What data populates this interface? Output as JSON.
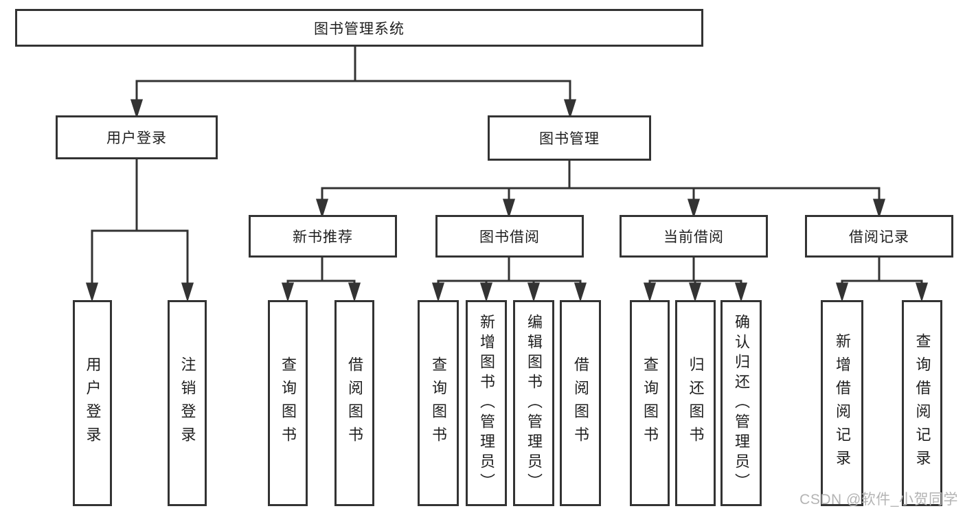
{
  "diagram": {
    "root": {
      "label": "图书管理系统"
    },
    "level2": [
      {
        "label": "用户登录"
      },
      {
        "label": "图书管理"
      }
    ],
    "level3": [
      {
        "label": "新书推荐"
      },
      {
        "label": "图书借阅"
      },
      {
        "label": "当前借阅"
      },
      {
        "label": "借阅记录"
      }
    ],
    "leaves": {
      "user_login": [
        "用户登录",
        "注销登录"
      ],
      "new_book_recommend": [
        "查询图书",
        "借阅图书"
      ],
      "book_borrow": [
        "查询图书",
        "新增图书（管理员）",
        "编辑图书（管理员）",
        "借阅图书"
      ],
      "current_borrow": [
        "查询图书",
        "归还图书",
        "确认归还（管理员）"
      ],
      "borrow_record": [
        "新增借阅记录",
        "查询借阅记录"
      ]
    },
    "colors": {
      "line": "#333333",
      "box_border": "#333333",
      "box_fill": "#ffffff",
      "text": "#1f1f1f",
      "watermark_text": "#b4b4b4",
      "background": "#ffffff"
    }
  },
  "watermark": "CSDN @软件_小贺同学"
}
